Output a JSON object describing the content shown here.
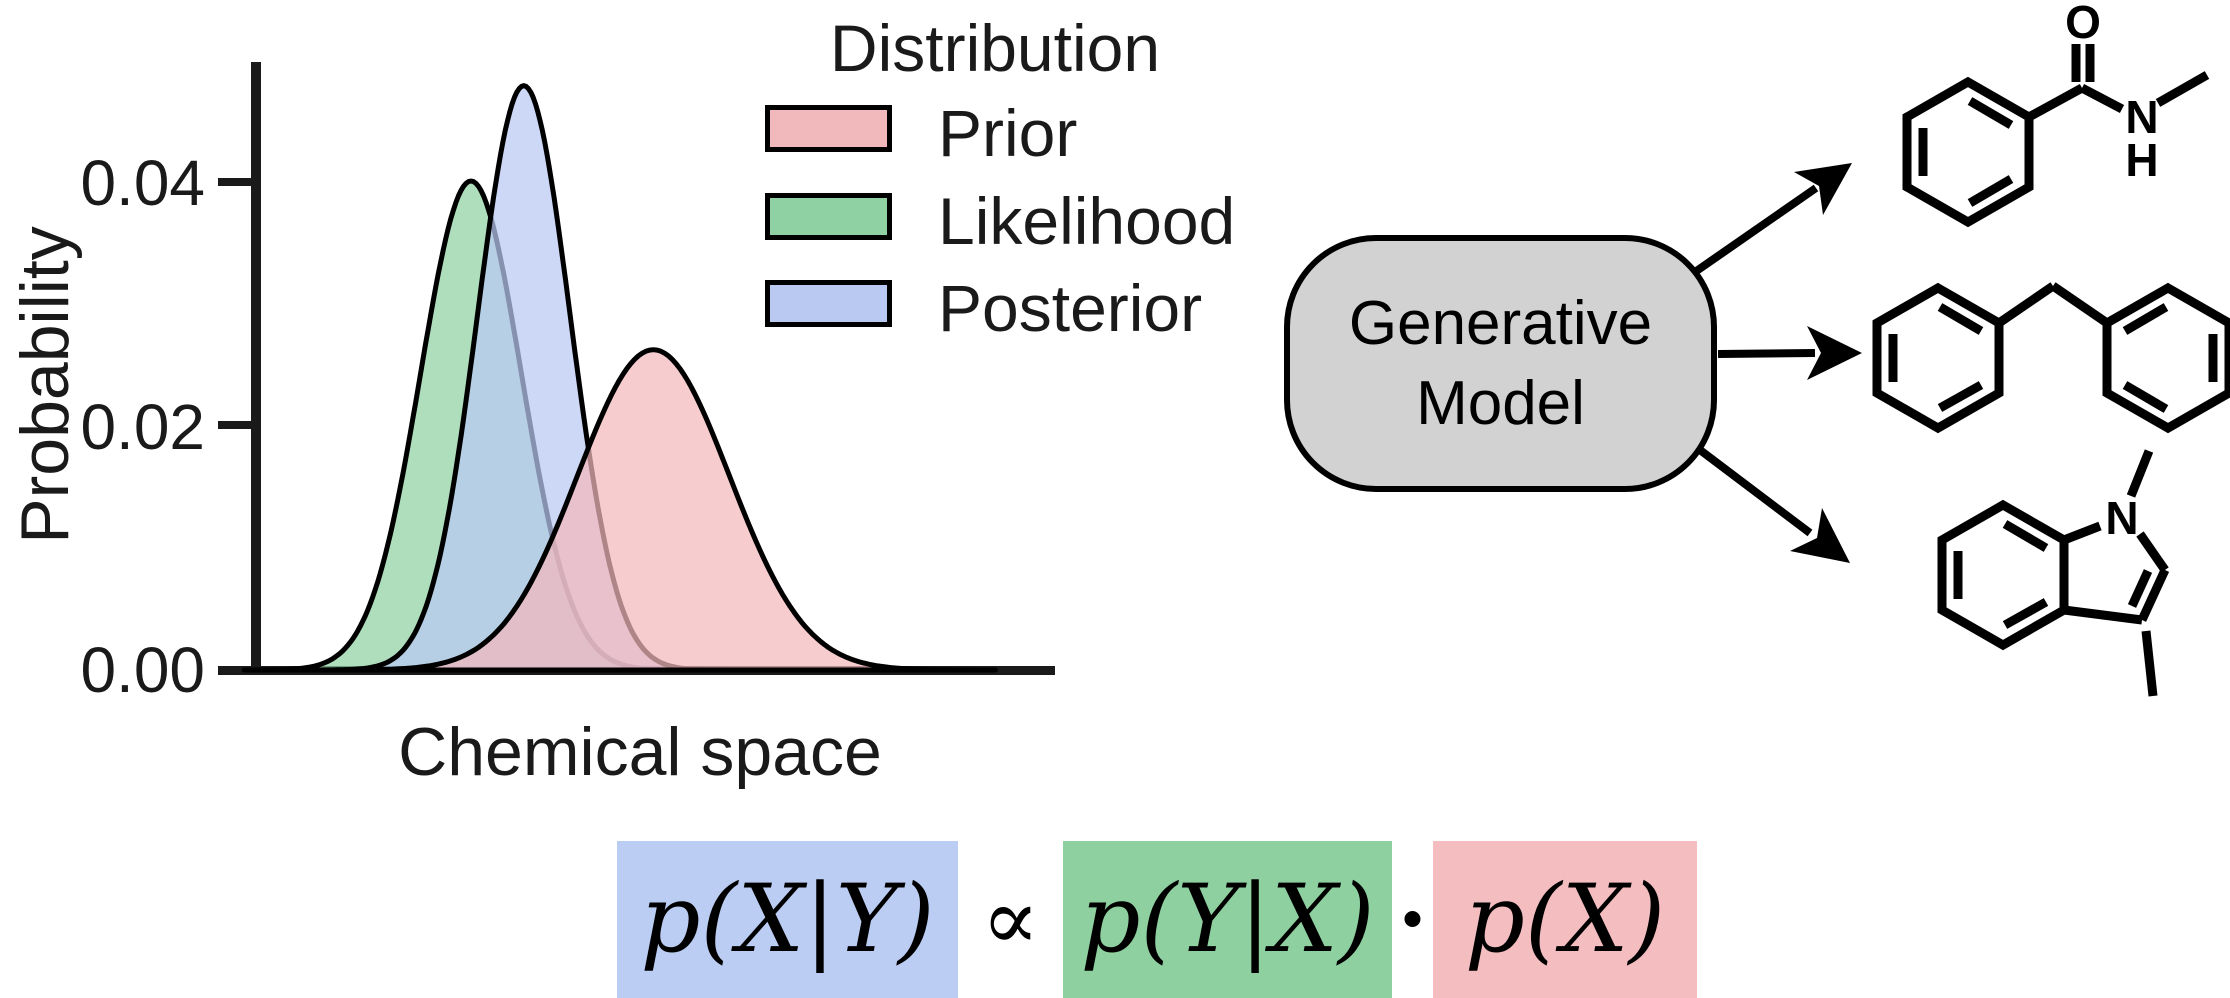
{
  "chart": {
    "ylabel": "Probability",
    "xlabel": "Chemical space",
    "yticks": [
      "0.00",
      "0.02",
      "0.04"
    ],
    "legend": {
      "title": "Distribution",
      "items": [
        {
          "label": "Prior",
          "color": "#f2b9bd"
        },
        {
          "label": "Likelihood",
          "color": "#90d1a3"
        },
        {
          "label": "Posterior",
          "color": "#b9c9f2"
        }
      ]
    }
  },
  "chart_data": {
    "type": "area",
    "title": "",
    "xlabel": "Chemical space",
    "ylabel": "Probability",
    "x_domain": [
      0,
      100
    ],
    "ylim": [
      0,
      0.05
    ],
    "ytick_values": [
      0.0,
      0.02,
      0.04
    ],
    "grid": false,
    "legend_position": "top-right-outside",
    "series": [
      {
        "name": "Prior",
        "shape": "gaussian",
        "mean": 49.8,
        "sd": 9.5,
        "peak": 0.0262,
        "color": "#f2b9bd"
      },
      {
        "name": "Likelihood",
        "shape": "gaussian",
        "mean": 27.0,
        "sd": 6.3,
        "peak": 0.04,
        "color": "#90d1a3"
      },
      {
        "name": "Posterior",
        "shape": "gaussian",
        "mean": 33.6,
        "sd": 5.8,
        "peak": 0.0478,
        "color": "#b9c9f2"
      }
    ],
    "z_order": [
      "Likelihood",
      "Posterior",
      "Prior"
    ]
  },
  "model_box": {
    "line1": "Generative",
    "line2": "Model",
    "fill": "#d2d2d2"
  },
  "molecules": {
    "mol1": {
      "atom_o": "O",
      "atom_n": "N",
      "atom_h": "H"
    },
    "mol3": {
      "atom_n": "N"
    }
  },
  "formula": {
    "posterior_term": "p(X|Y)",
    "proportional_symbol": "∝",
    "likelihood_term": "p(Y|X)",
    "dot_symbol": "·",
    "prior_term": "p(X)",
    "posterior_bg": "#bccdf4",
    "likelihood_bg": "#8ed0a0",
    "prior_bg": "#f4bdc0"
  }
}
